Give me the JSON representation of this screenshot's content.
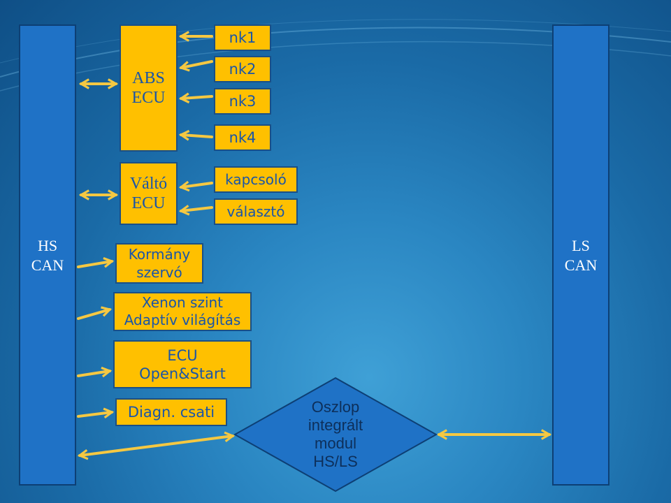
{
  "left_bus": {
    "label": "HS\nCAN"
  },
  "right_bus": {
    "label": "LS\nCAN"
  },
  "ecus": {
    "abs": "ABS\nECU",
    "valto": "Váltó\nECU",
    "kormany": "Kormány\nszervó",
    "xenon": "Xenon szint\nAdaptív világítás",
    "open_start": "ECU\nOpen&Start",
    "diagn": "Diagn. csati"
  },
  "sensors": {
    "nk1": "nk1",
    "nk2": "nk2",
    "nk3": "nk3",
    "nk4": "nk4",
    "kapcsolo": "kapcsoló",
    "valaszto": "választó"
  },
  "gateway": {
    "label": "Oszlop\nintegrált\nmodul\nHS/LS"
  },
  "colors": {
    "bus": "#1f72c6",
    "box": "#ffc000",
    "box_text": "#1a55a8",
    "arrow": "#f5c842",
    "diamond": "#1f72c6"
  }
}
